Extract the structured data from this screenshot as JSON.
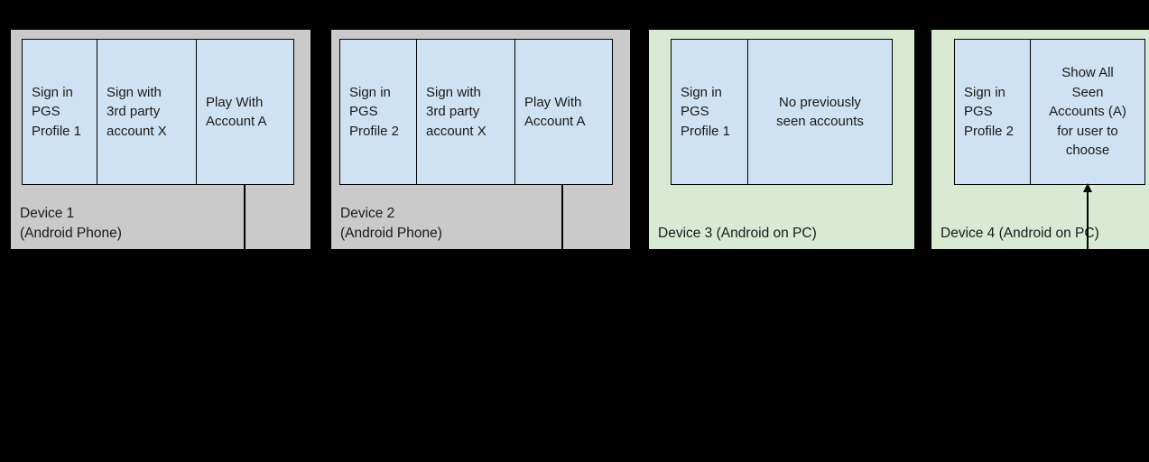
{
  "canvas": {
    "background": "#000000"
  },
  "palette": {
    "phone_panel_bg": "#cacaca",
    "pc_panel_bg": "#d9ead3",
    "step_box_bg": "#cfe2f3",
    "border": "#000000",
    "text": "#1a1a1a"
  },
  "devices": [
    {
      "label": "Device 1\n(Android Phone)",
      "type": "phone",
      "steps": [
        "Sign in\nPGS\nProfile 1",
        "Sign with\n3rd party\naccount X",
        "Play With\nAccount A"
      ]
    },
    {
      "label": "Device 2\n(Android Phone)",
      "type": "phone",
      "steps": [
        "Sign in\nPGS\nProfile 2",
        "Sign with\n3rd party\naccount X",
        "Play With\nAccount A"
      ]
    },
    {
      "label": "Device 3 (Android on PC)",
      "type": "pc",
      "steps": [
        "Sign in\nPGS\nProfile 1",
        "No previously\nseen accounts"
      ]
    },
    {
      "label": "Device 4 (Android on PC)",
      "type": "pc",
      "steps": [
        "Sign in\nPGS\nProfile 2",
        "Show All\nSeen\nAccounts (A)\nfor user to\nchoose"
      ]
    }
  ]
}
